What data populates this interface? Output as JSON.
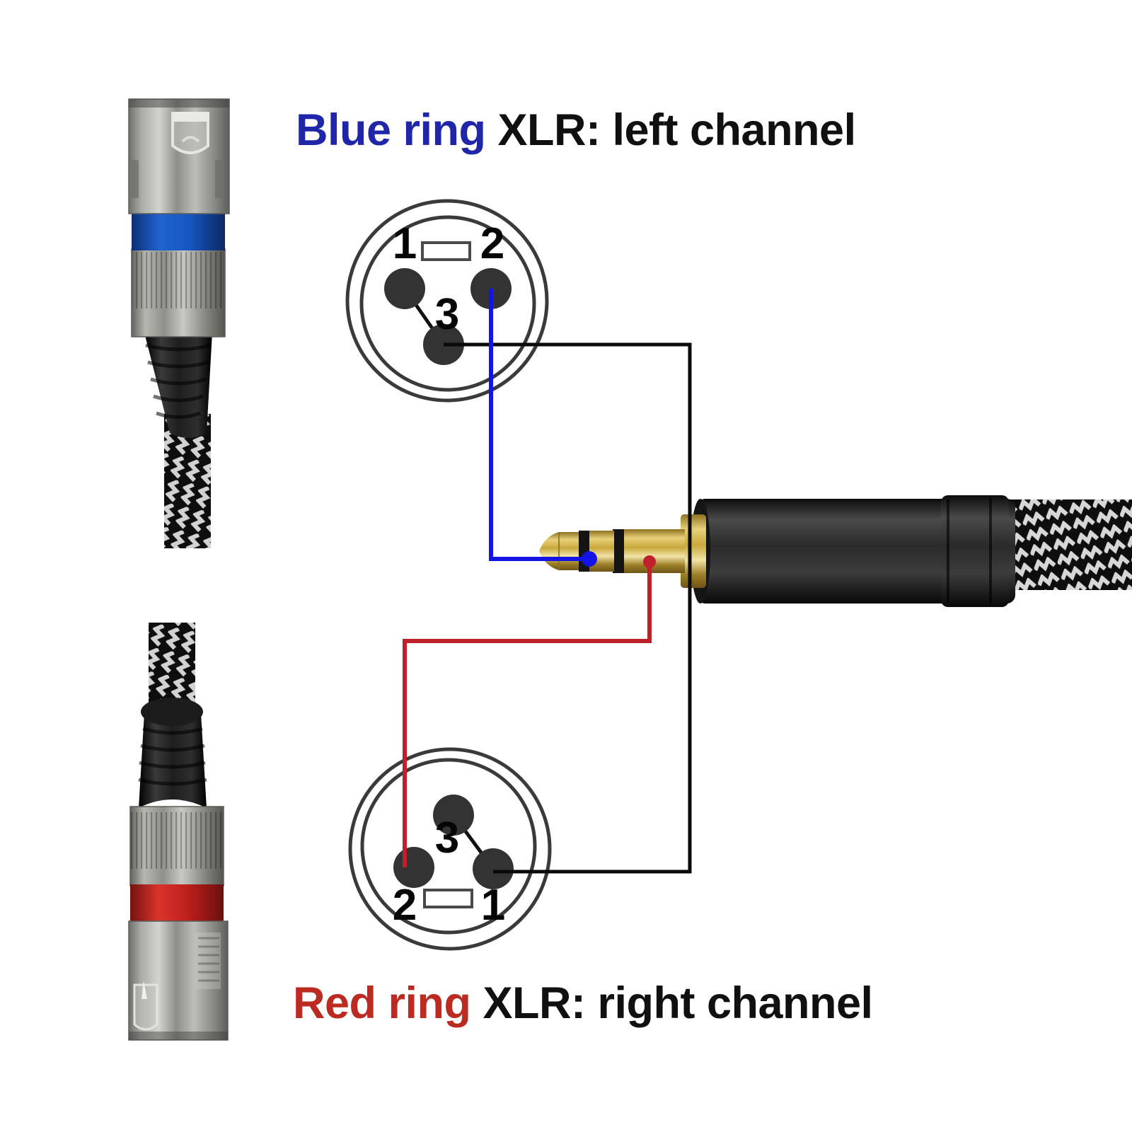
{
  "titles": {
    "top": {
      "accent": "Blue ring",
      "rest": " XLR: left channel",
      "accent_color": "#2026a8"
    },
    "bottom": {
      "accent": "Red ring",
      "rest": " XLR: right channel",
      "accent_color": "#bc2b22"
    }
  },
  "connectors": {
    "top_xlr": {
      "name": "XLR male connector with blue ring",
      "ring_color": "#1757c4",
      "body_color": "#9a9a98",
      "boot_color": "#141414",
      "channel": "left"
    },
    "bottom_xlr": {
      "name": "XLR male connector with red ring",
      "ring_color": "#c0201c",
      "body_color": "#9a9a98",
      "boot_color": "#141414",
      "channel": "right"
    },
    "trs_plug": {
      "name": "3.5mm TRS stereo plug",
      "contact_color": "#c8a63a",
      "body_color": "#1d1d1d",
      "segments": [
        "tip",
        "ring",
        "sleeve"
      ]
    }
  },
  "pinouts": {
    "top": {
      "label": "blue ring XLR pinout",
      "pins": [
        {
          "number": "1",
          "role": "ground-shield"
        },
        {
          "number": "2",
          "role": "hot-signal"
        },
        {
          "number": "3",
          "role": "cold-bridged-to-1"
        }
      ],
      "slot": "keyway",
      "bridge": "1-3"
    },
    "bottom": {
      "label": "red ring XLR pinout",
      "pins": [
        {
          "number": "2",
          "role": "hot-signal"
        },
        {
          "number": "3",
          "role": "cold-bridged-to-1"
        },
        {
          "number": "1",
          "role": "ground-shield"
        }
      ],
      "slot": "keyway",
      "bridge": "3-1"
    }
  },
  "wires": [
    {
      "name": "left-channel-signal",
      "color": "#1414e6",
      "from": "top XLR pin 2",
      "to": "TRS tip"
    },
    {
      "name": "right-channel-signal",
      "color": "#c0202a",
      "from": "bottom XLR pin 2",
      "to": "TRS ring"
    },
    {
      "name": "common-ground",
      "color": "#0a0a0a",
      "from": "top XLR pin 3",
      "to": "bottom XLR pin 1 via TRS sleeve"
    }
  ],
  "colors": {
    "outline": "#3a3a3a",
    "pin_dot": "#333333",
    "blue_wire": "#1414e6",
    "red_wire": "#c0202a",
    "black_wire": "#0a0a0a"
  }
}
